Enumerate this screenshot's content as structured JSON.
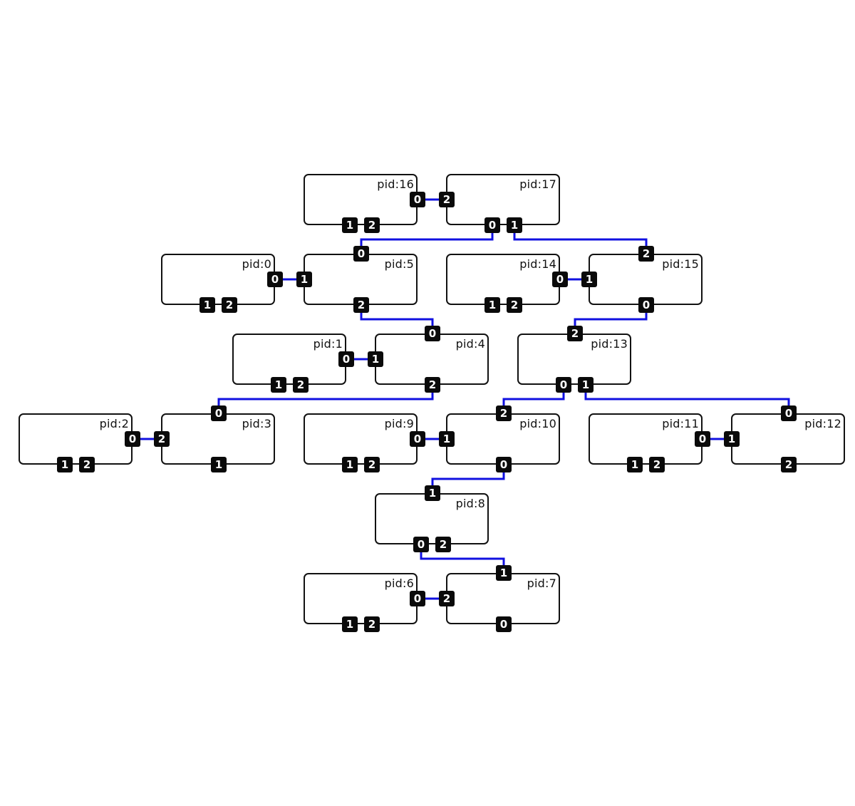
{
  "colors": {
    "wire": "#1010e0",
    "node_border": "#111111",
    "port_fill": "#0a0a0a",
    "port_text": "#ffffff",
    "background": "#ffffff"
  },
  "nodes": [
    {
      "id": "n16",
      "label": "pid:16",
      "ports": [
        {
          "label": "0",
          "side": "right"
        },
        {
          "label": "1",
          "side": "bottom"
        },
        {
          "label": "2",
          "side": "bottom"
        }
      ]
    },
    {
      "id": "n17",
      "label": "pid:17",
      "ports": [
        {
          "label": "2",
          "side": "left"
        },
        {
          "label": "0",
          "side": "bottom"
        },
        {
          "label": "1",
          "side": "bottom"
        }
      ]
    },
    {
      "id": "n0",
      "label": "pid:0",
      "ports": [
        {
          "label": "0",
          "side": "right"
        },
        {
          "label": "1",
          "side": "bottom"
        },
        {
          "label": "2",
          "side": "bottom"
        }
      ]
    },
    {
      "id": "n5",
      "label": "pid:5",
      "ports": [
        {
          "label": "0",
          "side": "top"
        },
        {
          "label": "1",
          "side": "left"
        },
        {
          "label": "2",
          "side": "bottom"
        }
      ]
    },
    {
      "id": "n14",
      "label": "pid:14",
      "ports": [
        {
          "label": "0",
          "side": "right"
        },
        {
          "label": "1",
          "side": "bottom"
        },
        {
          "label": "2",
          "side": "bottom"
        }
      ]
    },
    {
      "id": "n15",
      "label": "pid:15",
      "ports": [
        {
          "label": "2",
          "side": "top"
        },
        {
          "label": "1",
          "side": "left"
        },
        {
          "label": "0",
          "side": "bottom"
        }
      ]
    },
    {
      "id": "n1",
      "label": "pid:1",
      "ports": [
        {
          "label": "0",
          "side": "right"
        },
        {
          "label": "1",
          "side": "bottom"
        },
        {
          "label": "2",
          "side": "bottom"
        }
      ]
    },
    {
      "id": "n4",
      "label": "pid:4",
      "ports": [
        {
          "label": "0",
          "side": "top"
        },
        {
          "label": "1",
          "side": "left"
        },
        {
          "label": "2",
          "side": "bottom"
        }
      ]
    },
    {
      "id": "n13",
      "label": "pid:13",
      "ports": [
        {
          "label": "2",
          "side": "top"
        },
        {
          "label": "0",
          "side": "bottom"
        },
        {
          "label": "1",
          "side": "bottom"
        }
      ]
    },
    {
      "id": "n2",
      "label": "pid:2",
      "ports": [
        {
          "label": "0",
          "side": "right"
        },
        {
          "label": "1",
          "side": "bottom"
        },
        {
          "label": "2",
          "side": "bottom"
        }
      ]
    },
    {
      "id": "n3",
      "label": "pid:3",
      "ports": [
        {
          "label": "0",
          "side": "top"
        },
        {
          "label": "2",
          "side": "left"
        },
        {
          "label": "1",
          "side": "bottom"
        }
      ]
    },
    {
      "id": "n9",
      "label": "pid:9",
      "ports": [
        {
          "label": "0",
          "side": "right"
        },
        {
          "label": "1",
          "side": "bottom"
        },
        {
          "label": "2",
          "side": "bottom"
        }
      ]
    },
    {
      "id": "n10",
      "label": "pid:10",
      "ports": [
        {
          "label": "2",
          "side": "top"
        },
        {
          "label": "1",
          "side": "left"
        },
        {
          "label": "0",
          "side": "bottom"
        }
      ]
    },
    {
      "id": "n11",
      "label": "pid:11",
      "ports": [
        {
          "label": "0",
          "side": "right"
        },
        {
          "label": "1",
          "side": "bottom"
        },
        {
          "label": "2",
          "side": "bottom"
        }
      ]
    },
    {
      "id": "n12",
      "label": "pid:12",
      "ports": [
        {
          "label": "0",
          "side": "top"
        },
        {
          "label": "1",
          "side": "left"
        },
        {
          "label": "2",
          "side": "bottom"
        }
      ]
    },
    {
      "id": "n8",
      "label": "pid:8",
      "ports": [
        {
          "label": "1",
          "side": "top"
        },
        {
          "label": "0",
          "side": "bottom"
        },
        {
          "label": "2",
          "side": "bottom"
        }
      ]
    },
    {
      "id": "n6",
      "label": "pid:6",
      "ports": [
        {
          "label": "0",
          "side": "right"
        },
        {
          "label": "1",
          "side": "bottom"
        },
        {
          "label": "2",
          "side": "bottom"
        }
      ]
    },
    {
      "id": "n7",
      "label": "pid:7",
      "ports": [
        {
          "label": "2",
          "side": "left"
        },
        {
          "label": "1",
          "side": "top"
        },
        {
          "label": "0",
          "side": "bottom"
        }
      ]
    }
  ],
  "connections": [
    {
      "from": [
        "n16",
        "0"
      ],
      "to": [
        "n17",
        "2"
      ]
    },
    {
      "from": [
        "n17",
        "0"
      ],
      "to": [
        "n5",
        "0"
      ]
    },
    {
      "from": [
        "n17",
        "1"
      ],
      "to": [
        "n15",
        "2"
      ]
    },
    {
      "from": [
        "n0",
        "0"
      ],
      "to": [
        "n5",
        "1"
      ]
    },
    {
      "from": [
        "n5",
        "2"
      ],
      "to": [
        "n4",
        "0"
      ]
    },
    {
      "from": [
        "n14",
        "0"
      ],
      "to": [
        "n15",
        "1"
      ]
    },
    {
      "from": [
        "n15",
        "0"
      ],
      "to": [
        "n13",
        "2"
      ]
    },
    {
      "from": [
        "n1",
        "0"
      ],
      "to": [
        "n4",
        "1"
      ]
    },
    {
      "from": [
        "n4",
        "2"
      ],
      "to": [
        "n3",
        "0"
      ]
    },
    {
      "from": [
        "n13",
        "0"
      ],
      "to": [
        "n10",
        "2"
      ]
    },
    {
      "from": [
        "n13",
        "1"
      ],
      "to": [
        "n12",
        "0"
      ]
    },
    {
      "from": [
        "n2",
        "0"
      ],
      "to": [
        "n3",
        "2"
      ]
    },
    {
      "from": [
        "n9",
        "0"
      ],
      "to": [
        "n10",
        "1"
      ]
    },
    {
      "from": [
        "n11",
        "0"
      ],
      "to": [
        "n12",
        "1"
      ]
    },
    {
      "from": [
        "n10",
        "0"
      ],
      "to": [
        "n8",
        "1"
      ]
    },
    {
      "from": [
        "n8",
        "0"
      ],
      "to": [
        "n7",
        "1"
      ]
    },
    {
      "from": [
        "n6",
        "0"
      ],
      "to": [
        "n7",
        "2"
      ]
    }
  ]
}
